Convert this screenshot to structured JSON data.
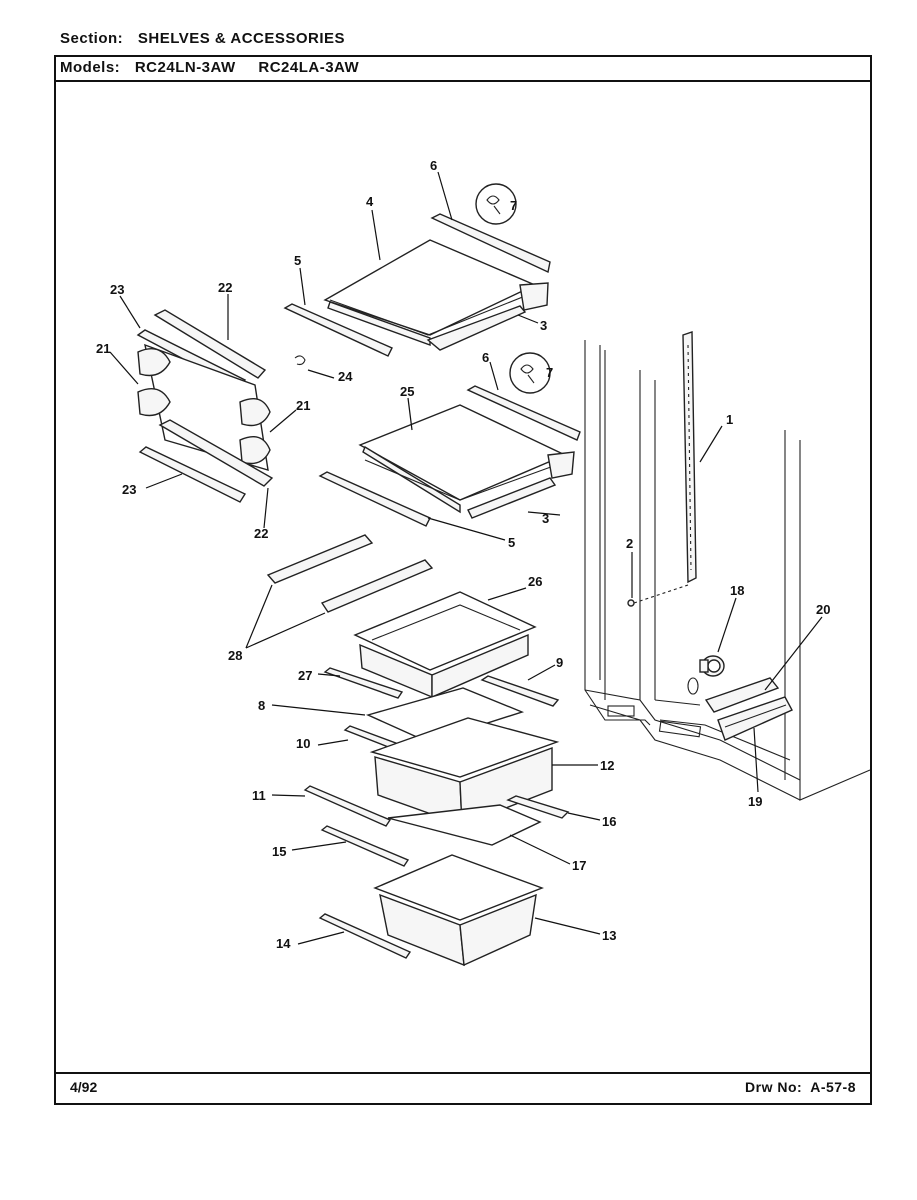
{
  "header": {
    "section_label": "Section:",
    "section_value": "SHELVES & ACCESSORIES",
    "models_label": "Models:",
    "models": [
      "RC24LN-3AW",
      "RC24LA-3AW"
    ]
  },
  "footer": {
    "date": "4/92",
    "drawing_label": "Drw No:",
    "drawing_number": "A-57-8"
  },
  "callouts": [
    "1",
    "2",
    "3",
    "3",
    "4",
    "5",
    "5",
    "6",
    "6",
    "7",
    "7",
    "8",
    "9",
    "10",
    "11",
    "12",
    "13",
    "14",
    "15",
    "16",
    "17",
    "18",
    "19",
    "20",
    "21",
    "21",
    "22",
    "22",
    "23",
    "23",
    "24",
    "25",
    "26",
    "27",
    "28"
  ]
}
